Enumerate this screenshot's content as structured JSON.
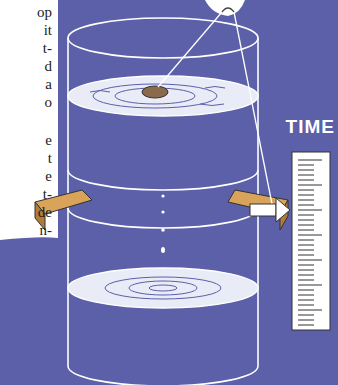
{
  "diagram": {
    "labels": [
      "op",
      "it",
      "t-",
      "d",
      "a",
      "o",
      "e",
      "t",
      "e",
      "t-",
      "de",
      "n-",
      "TIME"
    ]
  }
}
